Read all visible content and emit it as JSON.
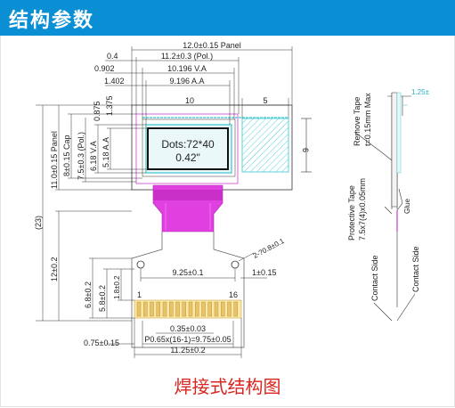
{
  "header": {
    "title": "结构参数"
  },
  "caption": "焊接式结构图",
  "colors": {
    "header_bg": "#0a8fd4",
    "fpc": "#e040e0",
    "active_area": "#5ad0d8",
    "caption": "#d8261f"
  },
  "top_dims": {
    "panel": "12.0±0.15 Panel",
    "pol": "11.2±0.3 (Pol.)",
    "va": "10.196 V.A",
    "aa": "9.196 A.A",
    "d04": "0.4",
    "d0902": "0.902",
    "d1402": "1.402",
    "d10": "10",
    "d5": "5"
  },
  "left_dims": {
    "d0875": "0.875",
    "d1375": "1.375",
    "aa_h": "5.18 A.A",
    "va_h": "6.18 V.A",
    "pol_h": "7.5±0.3 (Pol.)",
    "cap_h": "8±0.15 Cap",
    "panel_h": "11.0±0.15 Panel",
    "total": "(23)",
    "fpc_h": "12±0.2",
    "d68": "6.8±0.2",
    "d58": "5.8±0.2",
    "d18": "1.8±0.2"
  },
  "display": {
    "dots": "Dots:72*40",
    "size": "0.42\""
  },
  "bottom_dims": {
    "hole": "2-?0.8±0.1",
    "d925": "9.25±0.1",
    "d1": "1±0.15",
    "pin1": "1",
    "pin16": "16",
    "d035": "0.35±0.03",
    "d075": "0.75±0.15",
    "pitch": "P0.65x(16-1)=9.75±0.05",
    "d1125": "11.25±0.2"
  },
  "side": {
    "d125": "1.25±",
    "d6": "6",
    "remove_tape": "Remove Tape",
    "t015": "t=0.15mm Max",
    "protective": "Protective Tape",
    "pt_dim": "7.5x7(4)x0.05mm",
    "glue": "Glue",
    "contact1": "Contact Side",
    "contact2": "Contact Side"
  }
}
